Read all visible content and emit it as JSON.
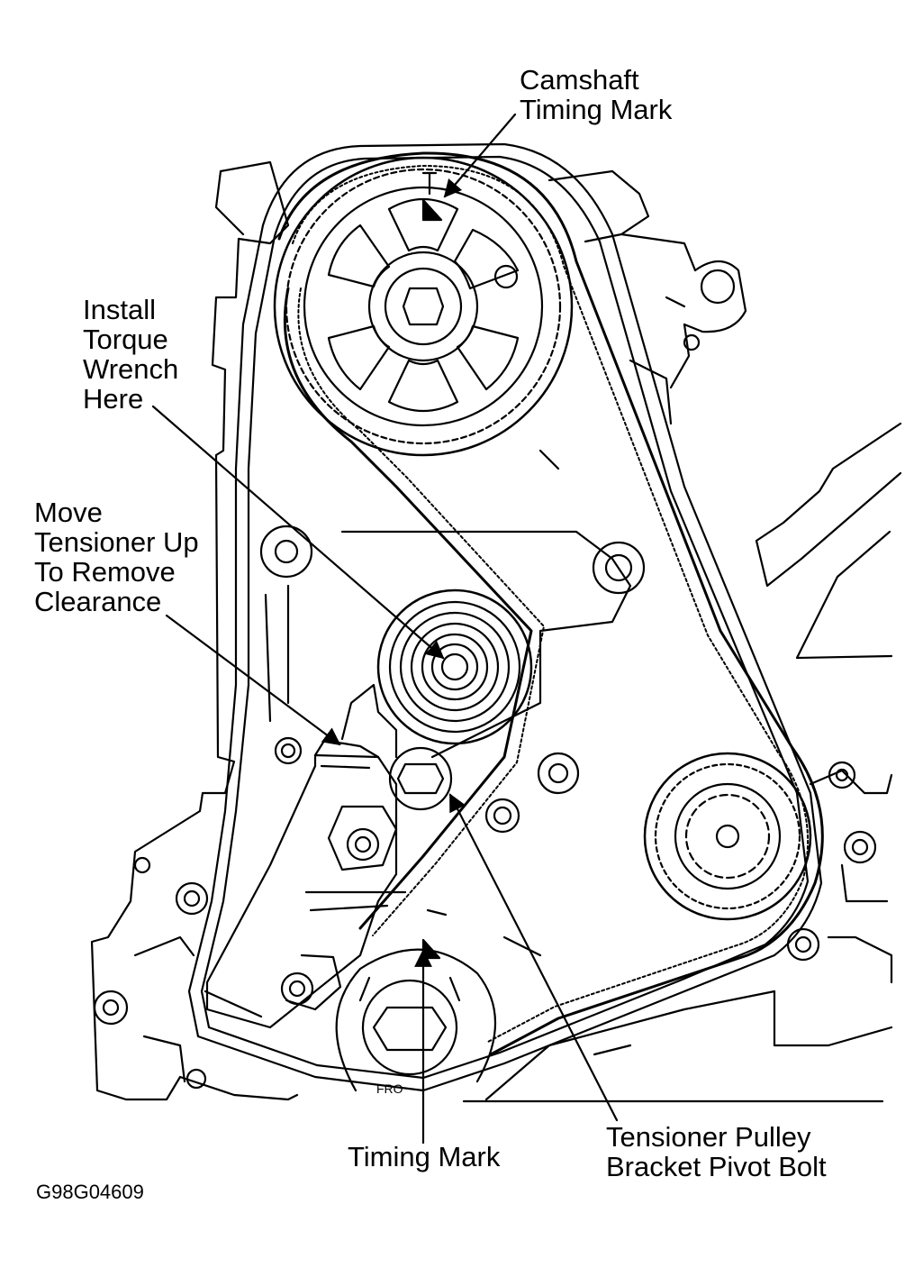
{
  "labels": {
    "camshaft_line1": "Camshaft",
    "camshaft_line2": "Timing Mark",
    "torque_line1": "Install",
    "torque_line2": "Torque",
    "torque_line3": "Wrench",
    "torque_line4": "Here",
    "move_line1": "Move",
    "move_line2": "Tensioner Up",
    "move_line3": "To Remove",
    "move_line4": "Clearance",
    "pivot_line1": "Tensioner Pulley",
    "pivot_line2": "Bracket Pivot Bolt",
    "timing_mark": "Timing Mark",
    "figure_code": "G98G04609",
    "crank_stamp": "FRO"
  },
  "colors": {
    "ink": "#000000",
    "paper": "#ffffff"
  }
}
